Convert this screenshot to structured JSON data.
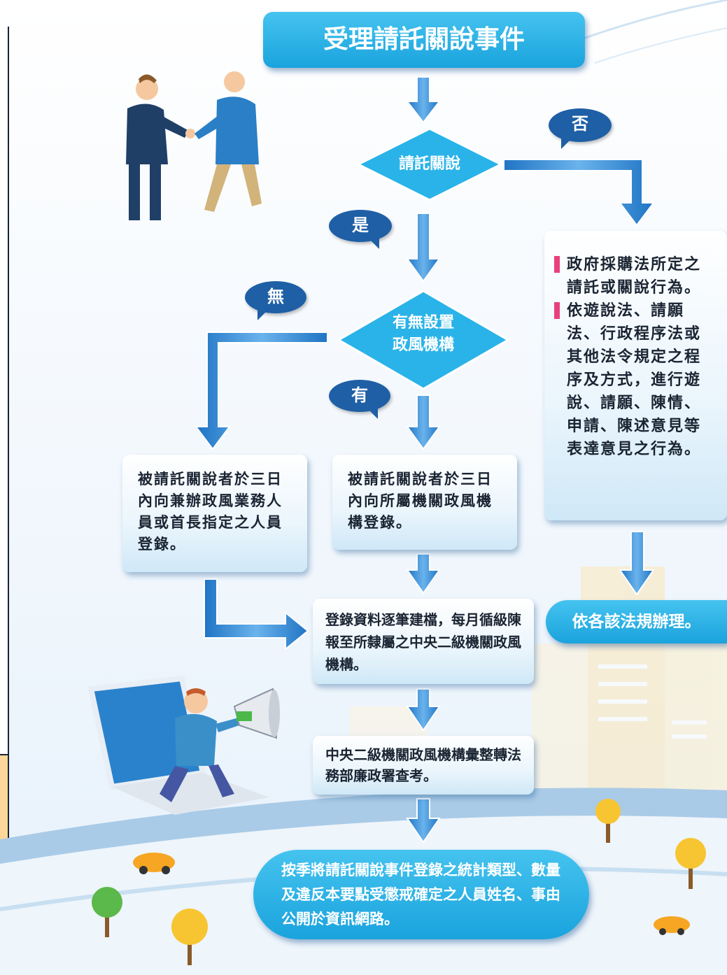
{
  "colors": {
    "accent_cyan": "#2ab3e8",
    "arrow_blue": "#3a8fd4",
    "bubble_navy": "#1e5fa6",
    "bullet_pink": "#e8407c"
  },
  "flow": {
    "start": "受理請託關說事件",
    "decision1": "請託關說",
    "decision2_line1": "有無設置",
    "decision2_line2": "政風機構",
    "label_no": "否",
    "label_yes": "是",
    "label_none": "無",
    "label_has": "有",
    "box_left": "被請託關說者於三日內向兼辦政風業務人員或首長指定之人員登錄。",
    "box_middle": "被請託關說者於三日內向所屬機關政風機構登錄。",
    "right_item1": "政府採購法所定之請託或關說行為。",
    "right_item2": "依遊說法、請願法、行政程序法或其他法令規定之程序及方式，進行遊說、請願、陳情、申請、陳述意見等表達意見之行為。",
    "right_result": "依各該法規辦理。",
    "step_archive": "登錄資料逐筆建檔，每月循級陳報至所隸屬之中央二級機關政風機構。",
    "step_central": "中央二級機關政風機構彙整轉法務部廉政署查考。",
    "step_publish": "按季將請託關說事件登錄之統計類型、數量及違反本要點受懲戒確定之人員姓名、事由公開於資訊網路。"
  }
}
